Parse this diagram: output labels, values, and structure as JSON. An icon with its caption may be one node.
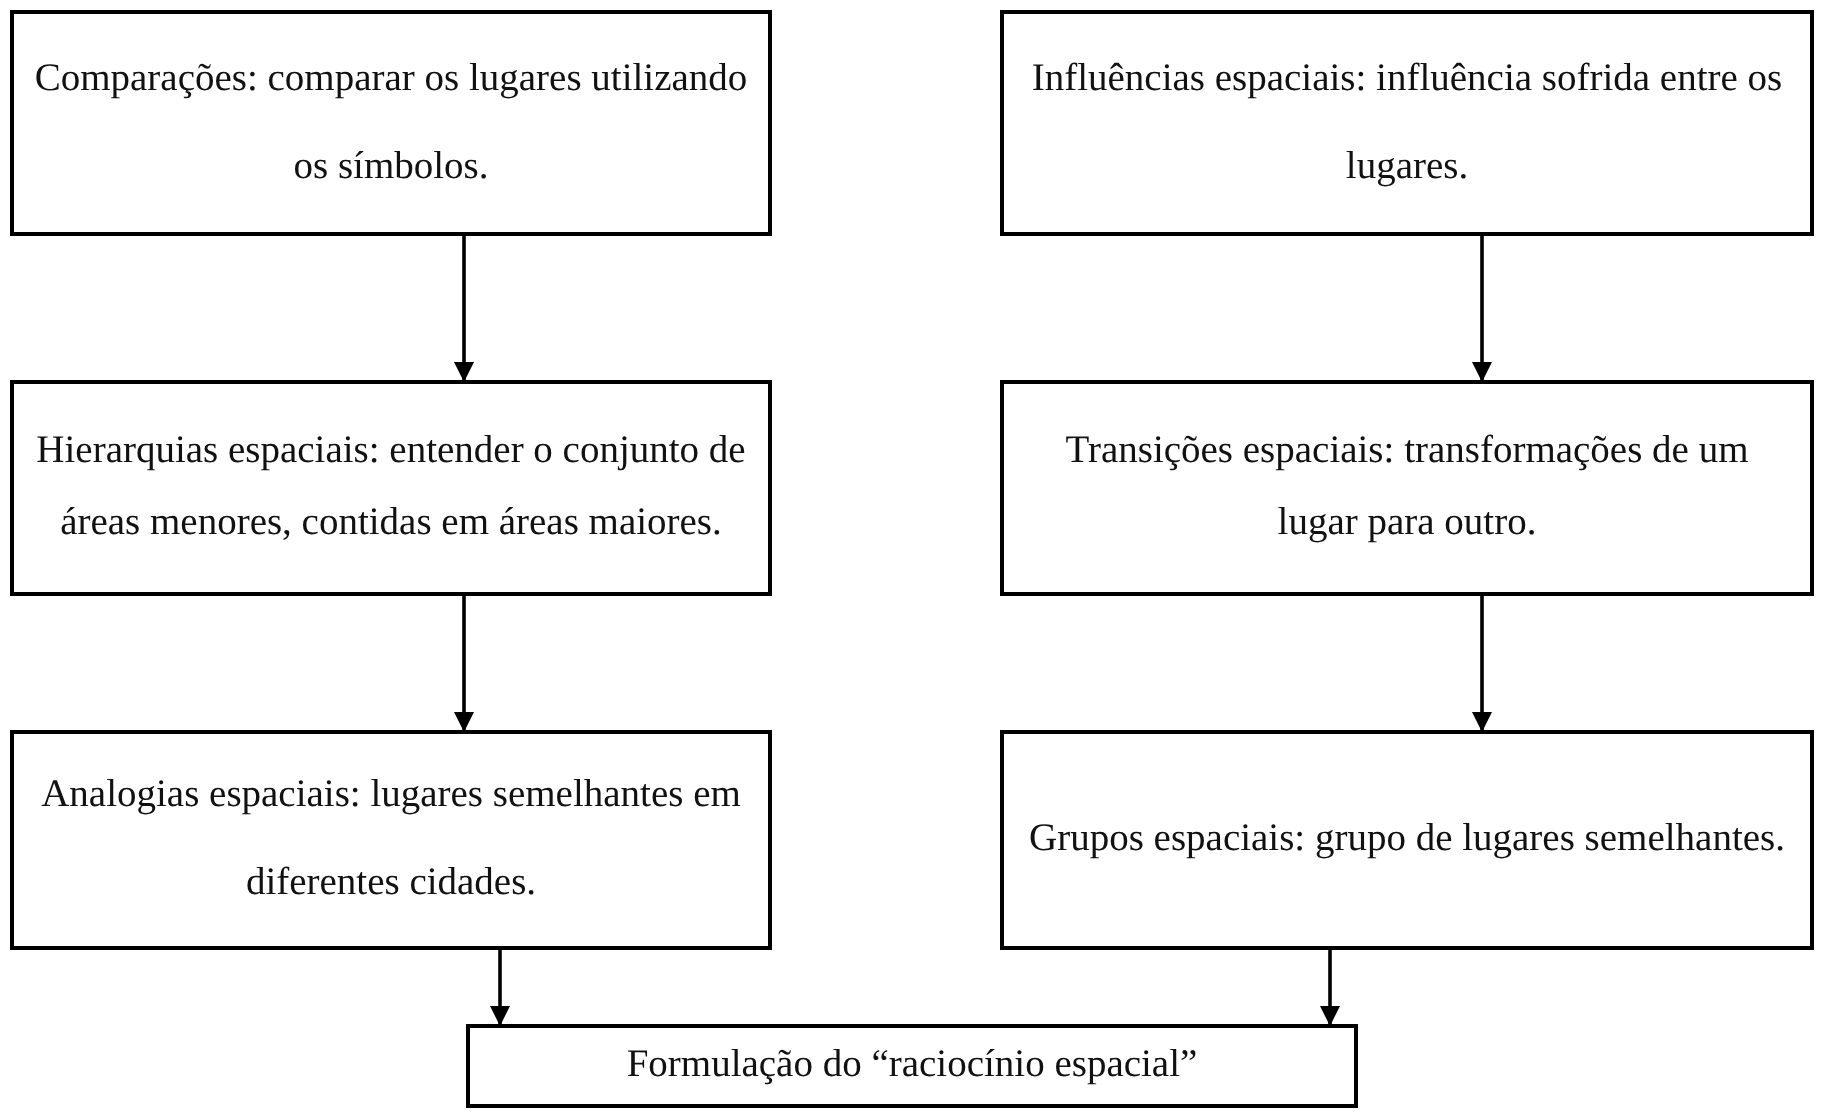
{
  "diagram": {
    "nodes": [
      {
        "text": [
          "Comparações: comparar os lugares utilizando os símbolos."
        ]
      },
      {
        "text": [
          "Influências espaciais: influência sofrida entre os lugares."
        ]
      },
      {
        "text": [
          "Hierarquias espaciais: entender o conjunto de áreas menores, contidas em áreas maiores."
        ]
      },
      {
        "text": [
          "Transições espaciais: transformações de um lugar para outro."
        ]
      },
      {
        "text": [
          "Analogias espaciais: lugares semelhantes em diferentes cidades."
        ]
      },
      {
        "text": [
          "Grupos espaciais: grupo de lugares semelhantes."
        ]
      },
      {
        "text": [
          "Formulação do “raciocínio espacial”"
        ]
      }
    ],
    "edges": [
      {
        "from": 0,
        "to": 2,
        "arrow": "to"
      },
      {
        "from": 1,
        "to": 3,
        "arrow": "to"
      },
      {
        "from": 2,
        "to": 4,
        "arrow": "to"
      },
      {
        "from": 3,
        "to": 5,
        "arrow": "to"
      },
      {
        "from": 4,
        "to": 6,
        "arrow": "to"
      },
      {
        "from": 5,
        "to": 6,
        "arrow": "to"
      }
    ]
  }
}
